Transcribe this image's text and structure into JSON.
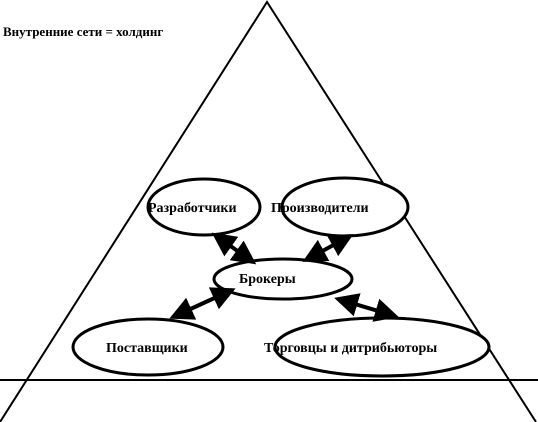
{
  "title": "Внутренние сети = холдинг",
  "nodes": {
    "developers": "Разработчики",
    "producers": "Производители",
    "brokers": "Брокеры",
    "suppliers": "Поставщики",
    "traders": "Торговцы и дитрибьюторы"
  },
  "colors": {
    "stroke": "#000000",
    "background": "#ffffff"
  }
}
